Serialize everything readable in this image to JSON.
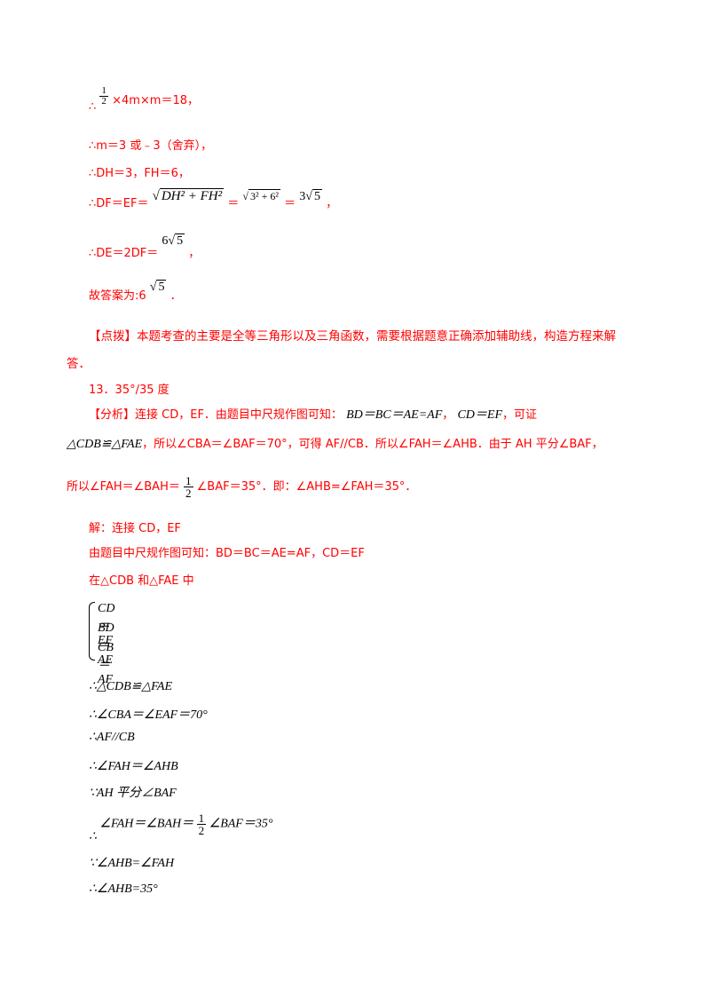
{
  "lines": {
    "l1": "×4m×m＝18，",
    "l2": "∴m＝3 或﹣3（舍弃），",
    "l3": "∴DH＝3，FH＝6，",
    "l4_prefix": "∴DF＝EF＝",
    "l5_prefix": "∴DE＝2DF＝",
    "l6_prefix": "故答案为:6",
    "analysis_tag": "【点拨】",
    "analysis_text": "本题考查的主要是全等三角形以及三角函数，需要根据题意正确添加辅助线，构造方程来解",
    "analysis_cont": "答．",
    "q13": "13．35°/35 度",
    "fx_tag": "【分析】",
    "fx_1": "连接 CD，EF．由题目中尺规作图可知：",
    "fx_2": "，可证",
    "fx_3": "，所以∠CBA＝∠BAF＝70°，可得 AF//CB．所以∠FAH＝∠AHB．由于 AH 平分∠BAF，",
    "fx_4_pre": "所以∠FAH＝∠BAH＝",
    "fx_4_post": "∠BAF＝35°．即：∠AHB=∠FAH＝35°．",
    "sol_1": "解：连接 CD，EF",
    "sol_2": "由题目中尺规作图可知：BD＝BC＝AE=AF，CD＝EF",
    "sol_3": "在△CDB 和△FAE 中",
    "sys": [
      "CD＝EF",
      "BD＝AE",
      "CB＝AF"
    ],
    "s1": "∴△CDB≌△FAE",
    "s2": "∴∠CBA＝∠EAF＝70°",
    "s3": "∴AF//CB",
    "s4": "∴∠FAH＝∠AHB",
    "s5": "∵AH 平分∠BAF",
    "s6_post": "∠BAF＝35°",
    "s6_pre": "∠FAH＝∠BAH＝",
    "s6_therefore": "∴",
    "s7": "∵∠AHB=∠FAH",
    "s8": "∴∠AHB=35°"
  },
  "math": {
    "half_num": "1",
    "half_den": "2",
    "therefore": "∴",
    "sqrt_inner1": "DH² + FH²",
    "eq": "＝",
    "sqrt_inner2": "3² + 6²",
    "three_root5_coef": "3",
    "five": "5",
    "six_coef": "6",
    "comma": "，",
    "period": "．",
    "fx_eq1": "BD＝BC＝AE=AF",
    "fx_eq2": "CD＝EF",
    "fx_cong": "△CDB≌△FAE"
  },
  "colors": {
    "accent": "#ff0000",
    "text": "#000000"
  }
}
